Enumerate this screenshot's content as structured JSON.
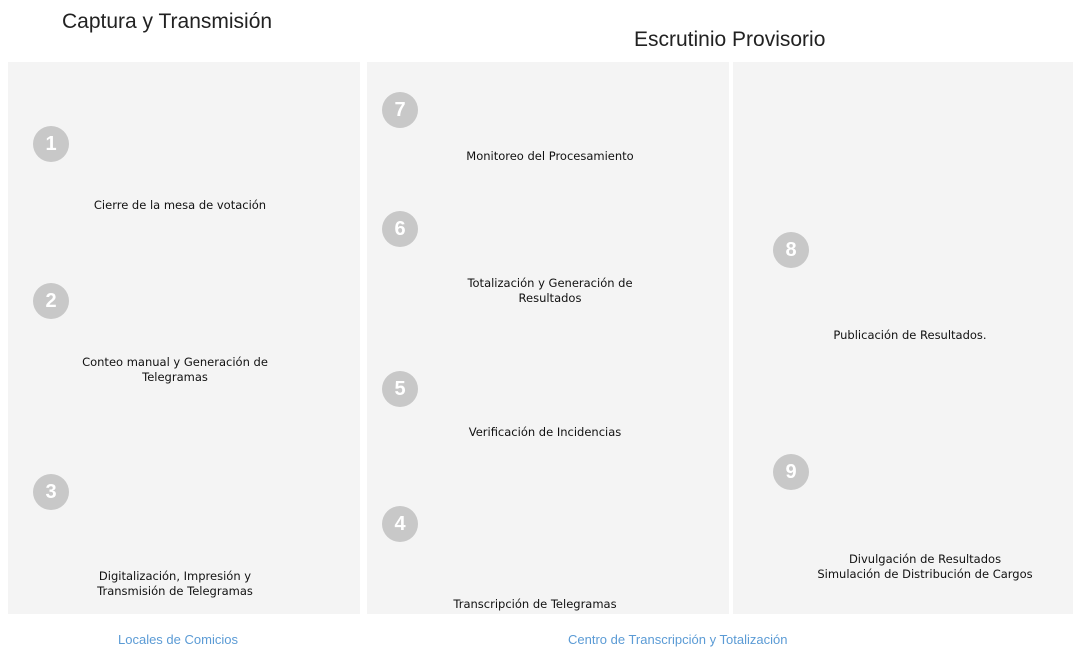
{
  "headers": {
    "left": "Captura y Transmisión",
    "right": "Escrutinio Provisorio"
  },
  "steps": {
    "s1": {
      "number": "1",
      "label": "Cierre de la mesa de votación"
    },
    "s2": {
      "number": "2",
      "label_line1": "Conteo manual y Generación de",
      "label_line2": "Telegramas"
    },
    "s3": {
      "number": "3",
      "label_line1": "Digitalización, Impresión y",
      "label_line2": "Transmisión de Telegramas"
    },
    "s4": {
      "number": "4",
      "label": "Transcripción de Telegramas"
    },
    "s5": {
      "number": "5",
      "label": "Verificación de Incidencias"
    },
    "s6": {
      "number": "6",
      "label_line1": "Totalización y Generación de",
      "label_line2": "Resultados"
    },
    "s7": {
      "number": "7",
      "label": "Monitoreo del Procesamiento"
    },
    "s8": {
      "number": "8",
      "label": "Publicación de Resultados."
    },
    "s9": {
      "number": "9",
      "label_line1": "Divulgación de Resultados",
      "label_line2": "Simulación de Distribución de Cargos"
    }
  },
  "footers": {
    "left": "Locales de Comicios",
    "right": "Centro de Transcripción y Totalización"
  },
  "colors": {
    "panel_bg": "#f4f4f4",
    "circle": "#c8c8c8",
    "arrow": "#c0c0c0",
    "icon": "#4a4a4a",
    "footer_text": "#5b9bd5"
  }
}
